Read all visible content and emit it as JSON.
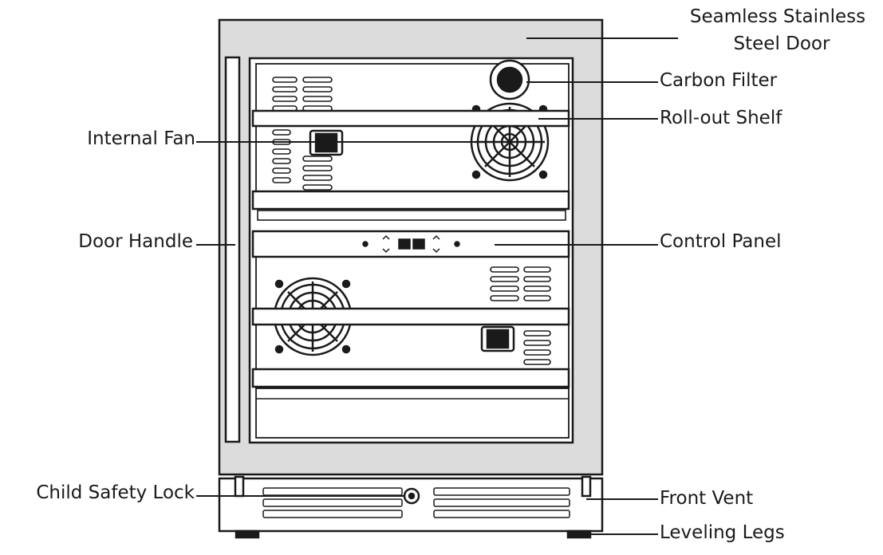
{
  "labels": {
    "door_line1": "Seamless Stainless",
    "door_line2": "Steel Door",
    "carbon_filter": "Carbon Filter",
    "rollout_shelf": "Roll-out Shelf",
    "internal_fan": "Internal Fan",
    "door_handle": "Door Handle",
    "control_panel": "Control Panel",
    "child_safety_lock": "Child Safety Lock",
    "front_vent": "Front Vent",
    "leveling_legs": "Leveling Legs"
  }
}
